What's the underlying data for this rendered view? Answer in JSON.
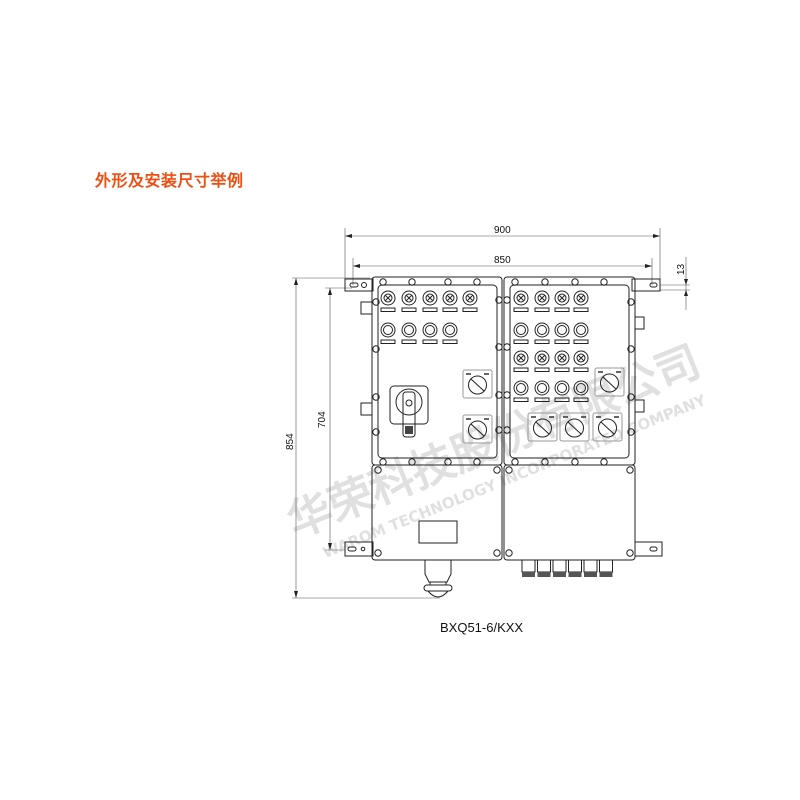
{
  "title": "外形及安装尺寸举例",
  "model": "BXQ51-6/KXX",
  "dimensions": {
    "overall_width": "900",
    "mounting_width": "850",
    "offset": "13",
    "overall_height": "854",
    "mounting_height": "704"
  },
  "watermark": {
    "cn": "华荣科技股份有限公司",
    "en": "WAROM TECHNOLOGY INCORPORATED COMPANY"
  },
  "colors": {
    "title": "#f04e12",
    "line": "#222222"
  }
}
